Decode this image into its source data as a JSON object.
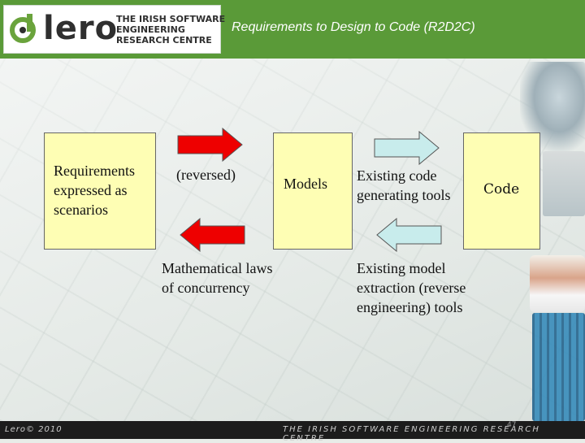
{
  "header": {
    "logo_word": "lero",
    "logo_tagline": "THE IRISH SOFTWARE\nENGINEERING\nRESEARCH CENTRE",
    "title": "Requirements to Design to Code (R2D2C)"
  },
  "diagram": {
    "box_requirements": "Requirements\nexpressed as\nscenarios",
    "label_reversed": "(reversed)",
    "box_models": "Models",
    "label_existing_code": "Existing code\ngenerating tools",
    "box_code": "Code",
    "label_math_laws": "Mathematical laws\nof concurrency",
    "label_model_extraction": "Existing model\nextraction (reverse\nengineering) tools"
  },
  "colors": {
    "header_green": "#5a9a38",
    "box_fill": "#fefeb4",
    "red_arrow": "#ee0000",
    "blue_arrow": "#c8ecec"
  },
  "footer": {
    "left": "Lero© 2010",
    "right": "THE IRISH SOFTWARE ENGINEERING RESEARCH CENTRE",
    "page_number": "47"
  }
}
